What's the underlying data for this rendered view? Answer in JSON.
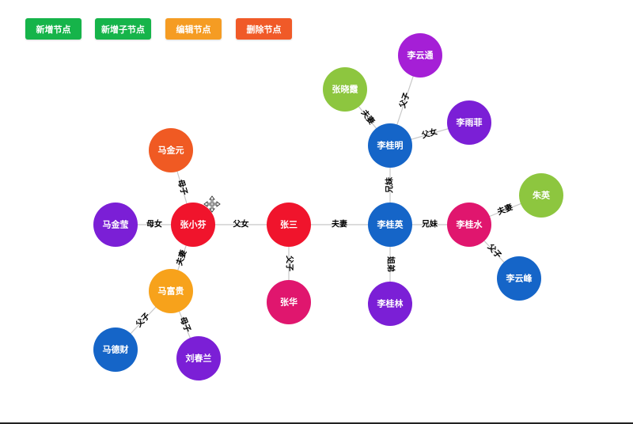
{
  "toolbar": {
    "add_label": "新增节点",
    "add_child_label": "新增子节点",
    "edit_label": "编辑节点",
    "delete_label": "删除节点",
    "add_color": "#16b44a",
    "add_child_color": "#16b44a",
    "edit_color": "#f59c23",
    "delete_color": "#f05a28"
  },
  "graph": {
    "nodes": [
      {
        "id": "mjy",
        "label": "马金元",
        "color": "#f05a23"
      },
      {
        "id": "mjy2",
        "label": "马金莹",
        "color": "#7b1fd6"
      },
      {
        "id": "zxf",
        "label": "张小芬",
        "color": "#f0142c"
      },
      {
        "id": "mfg",
        "label": "马富贵",
        "color": "#f7a21b"
      },
      {
        "id": "mdc",
        "label": "马德财",
        "color": "#1565c8"
      },
      {
        "id": "lcl",
        "label": "刘春兰",
        "color": "#7b1fd6"
      },
      {
        "id": "zs",
        "label": "张三",
        "color": "#f0142c"
      },
      {
        "id": "zh",
        "label": "张华",
        "color": "#e0166e"
      },
      {
        "id": "lgy",
        "label": "李桂英",
        "color": "#1565c8"
      },
      {
        "id": "lgl",
        "label": "李桂林",
        "color": "#7b1fd6"
      },
      {
        "id": "lgm",
        "label": "李桂明",
        "color": "#1565c8"
      },
      {
        "id": "zxx",
        "label": "张晓霞",
        "color": "#8dc63f"
      },
      {
        "id": "lyt",
        "label": "李云通",
        "color": "#a51fd6"
      },
      {
        "id": "lyf",
        "label": "李雨菲",
        "color": "#7b1fd6"
      },
      {
        "id": "lgs",
        "label": "李桂水",
        "color": "#e0166e"
      },
      {
        "id": "zy",
        "label": "朱英",
        "color": "#8dc63f"
      },
      {
        "id": "lyf2",
        "label": "李云峰",
        "color": "#1565c8"
      }
    ],
    "edges": [
      {
        "from": "zxf",
        "to": "mjy",
        "label": "母子"
      },
      {
        "from": "zxf",
        "to": "mjy2",
        "label": "母女"
      },
      {
        "from": "zxf",
        "to": "mfg",
        "label": "夫妻"
      },
      {
        "from": "mfg",
        "to": "mdc",
        "label": "父子"
      },
      {
        "from": "mfg",
        "to": "lcl",
        "label": "母子"
      },
      {
        "from": "zxf",
        "to": "zs",
        "label": "父女"
      },
      {
        "from": "zs",
        "to": "zh",
        "label": "父子"
      },
      {
        "from": "zs",
        "to": "lgy",
        "label": "夫妻"
      },
      {
        "from": "lgy",
        "to": "lgl",
        "label": "姐弟"
      },
      {
        "from": "lgy",
        "to": "lgm",
        "label": "兄妹"
      },
      {
        "from": "lgm",
        "to": "zxx",
        "label": "夫妻"
      },
      {
        "from": "lgm",
        "to": "lyt",
        "label": "父子"
      },
      {
        "from": "lgm",
        "to": "lyf",
        "label": "父女"
      },
      {
        "from": "lgy",
        "to": "lgs",
        "label": "兄妹"
      },
      {
        "from": "lgs",
        "to": "zy",
        "label": "夫妻"
      },
      {
        "from": "lgs",
        "to": "lyf2",
        "label": "父子"
      }
    ]
  }
}
